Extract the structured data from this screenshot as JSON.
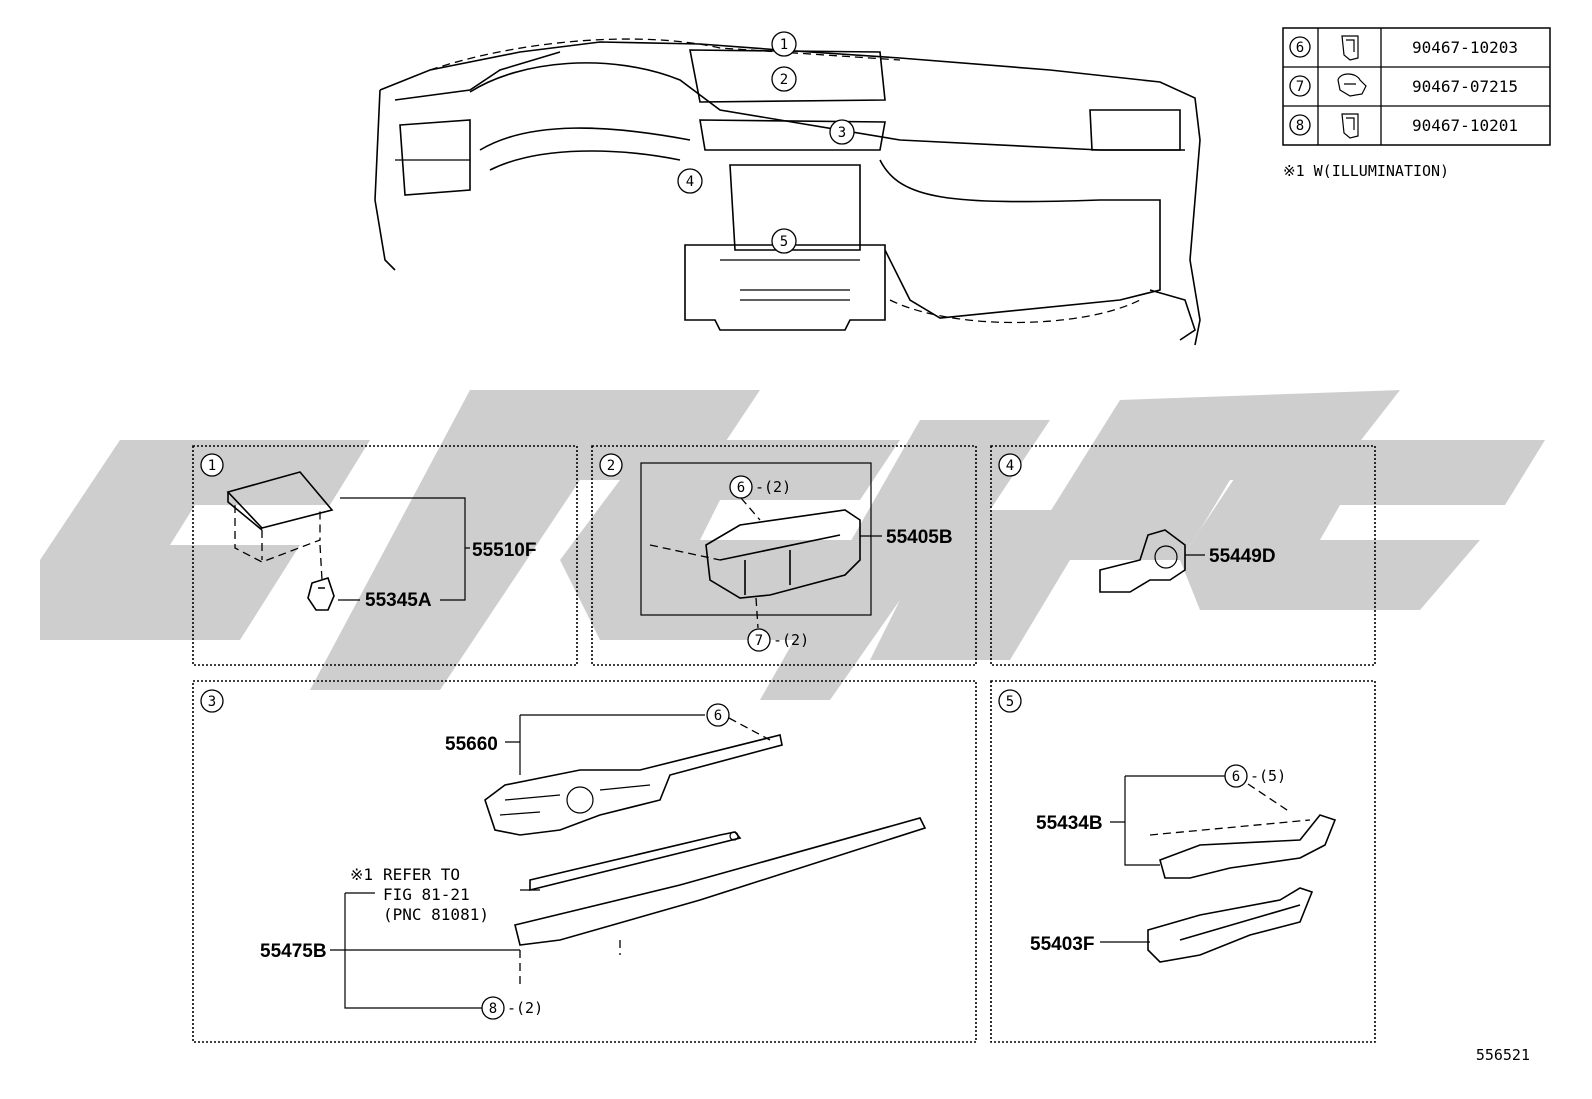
{
  "legend": {
    "rows": [
      {
        "ref": "6",
        "part": "90467-10203"
      },
      {
        "ref": "7",
        "part": "90467-07215"
      },
      {
        "ref": "8",
        "part": "90467-10201"
      }
    ],
    "note": "※1 W(ILLUMINATION)"
  },
  "overview": {
    "callouts": [
      "1",
      "2",
      "3",
      "4",
      "5"
    ]
  },
  "panels": {
    "p1": {
      "ref": "1",
      "labels": {
        "top": "55510F",
        "clip": "55345A"
      }
    },
    "p2": {
      "ref": "2",
      "labels": {
        "main": "55405B",
        "c6": "6",
        "c6qty": "-(2)",
        "c7": "7",
        "c7qty": "-(2)"
      }
    },
    "p4": {
      "ref": "4",
      "labels": {
        "main": "55449D"
      }
    },
    "p3": {
      "ref": "3",
      "labels": {
        "vent": "55660",
        "c6": "6",
        "trim": "55475B",
        "c8": "8",
        "c8qty": "-(2)",
        "note_mark": "※1",
        "note_l1": "REFER TO",
        "note_l2": "FIG 81-21",
        "note_l3": "(PNC 81081)"
      }
    },
    "p5": {
      "ref": "5",
      "labels": {
        "upper": "55434B",
        "lower": "55403F",
        "c6": "6",
        "c6qty": "-(5)"
      }
    }
  },
  "footer": {
    "diagram_id": "556521"
  }
}
